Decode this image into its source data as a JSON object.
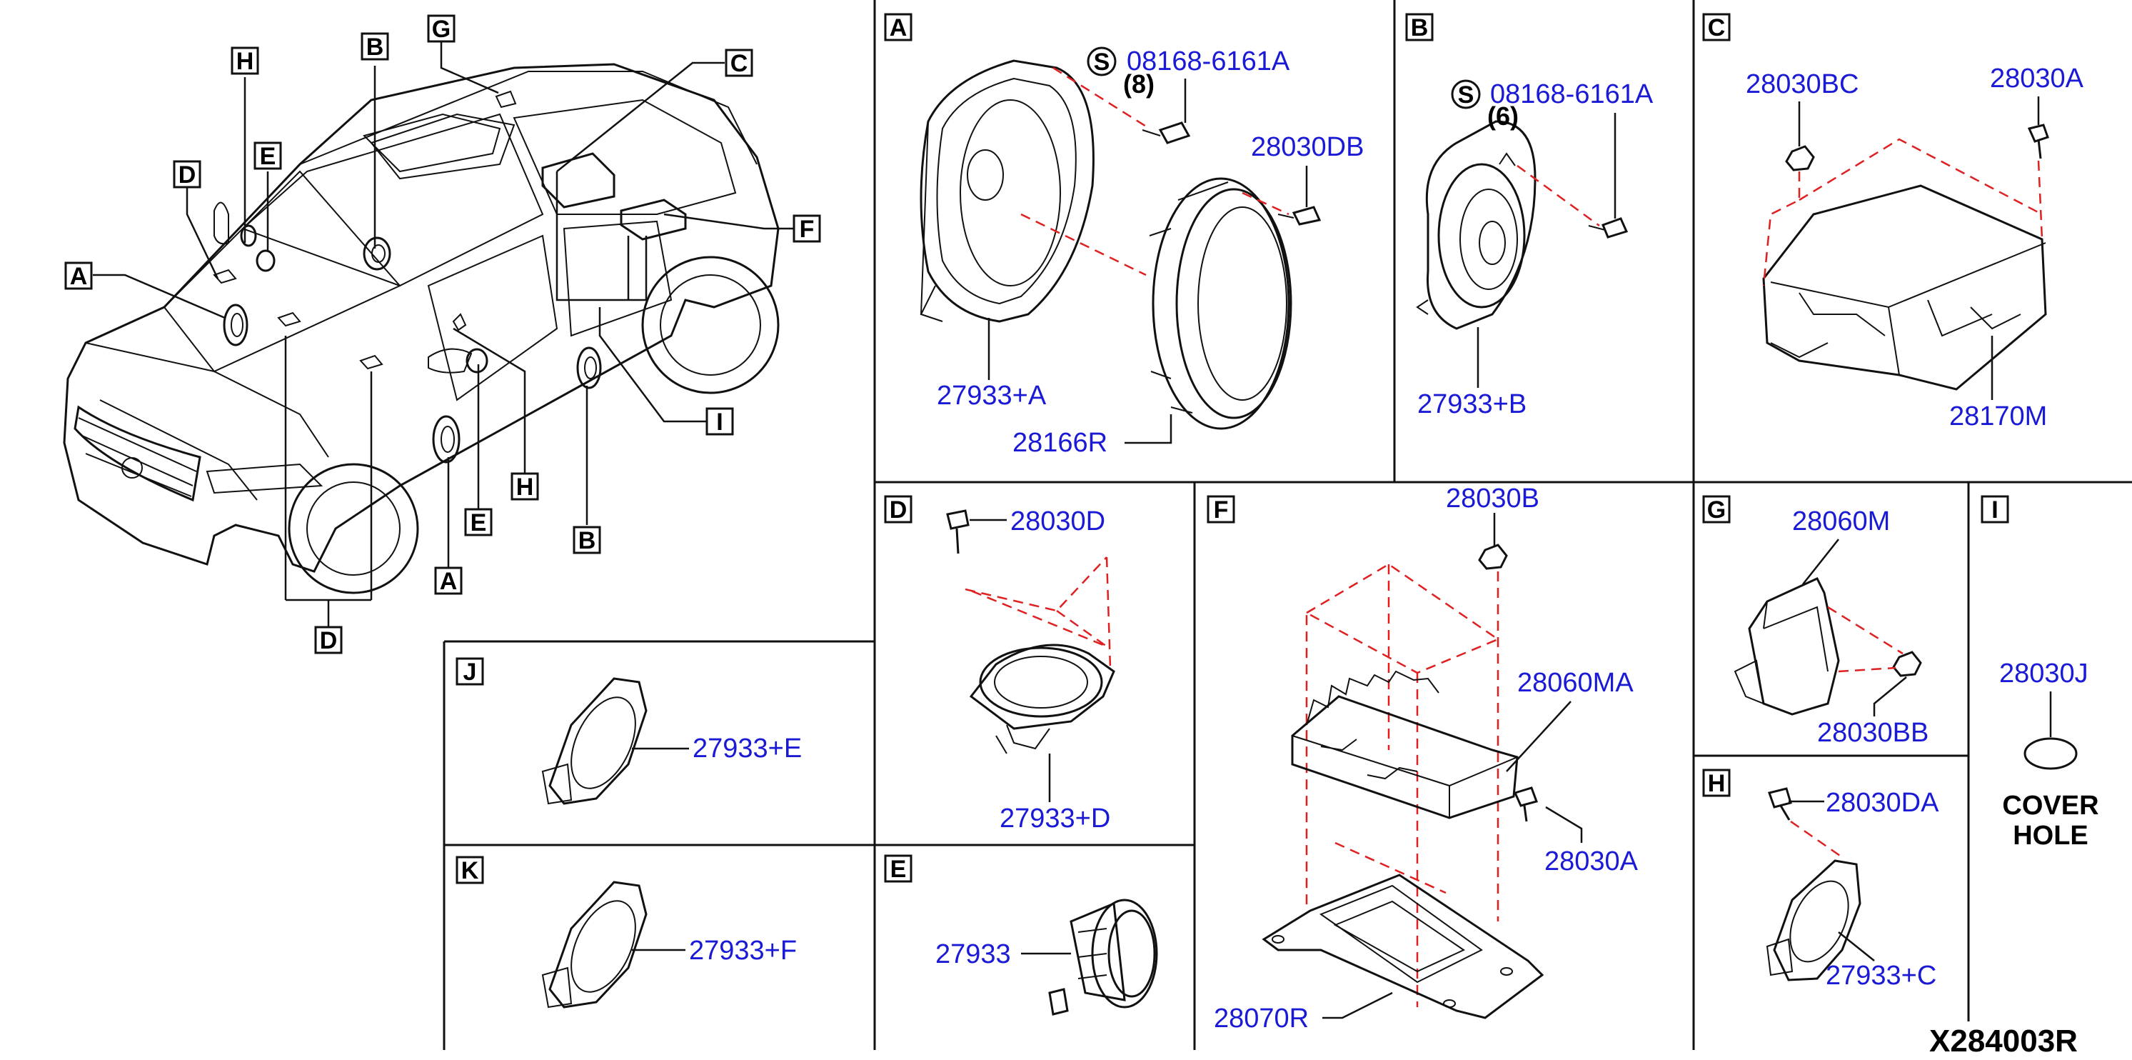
{
  "diagram_code": "X284003R",
  "overview": {
    "callouts": [
      "A",
      "B",
      "C",
      "D",
      "E",
      "F",
      "G",
      "H",
      "I",
      "A",
      "B",
      "D",
      "E",
      "H"
    ]
  },
  "sections": {
    "A": {
      "label": "A",
      "screw_symbol": "S",
      "screw_part": "08168-6161A",
      "screw_qty": "(8)",
      "parts": [
        "28030DB",
        "27933+A",
        "28166R"
      ]
    },
    "B": {
      "label": "B",
      "screw_symbol": "S",
      "screw_part": "08168-6161A",
      "screw_qty": "(6)",
      "parts": [
        "27933+B"
      ]
    },
    "C": {
      "label": "C",
      "parts": [
        "28030BC",
        "28030A",
        "28170M"
      ]
    },
    "D": {
      "label": "D",
      "parts": [
        "28030D",
        "27933+D"
      ]
    },
    "E": {
      "label": "E",
      "parts": [
        "27933"
      ]
    },
    "F": {
      "label": "F",
      "parts": [
        "28030B",
        "28060MA",
        "28030A",
        "28070R"
      ]
    },
    "G": {
      "label": "G",
      "parts": [
        "28060M",
        "28030BB"
      ]
    },
    "H": {
      "label": "H",
      "parts": [
        "28030DA",
        "27933+C"
      ]
    },
    "I": {
      "label": "I",
      "parts": [
        "28030J"
      ],
      "note_line1": "COVER",
      "note_line2": "HOLE"
    },
    "J": {
      "label": "J",
      "parts": [
        "27933+E"
      ]
    },
    "K": {
      "label": "K",
      "parts": [
        "27933+F"
      ]
    }
  }
}
